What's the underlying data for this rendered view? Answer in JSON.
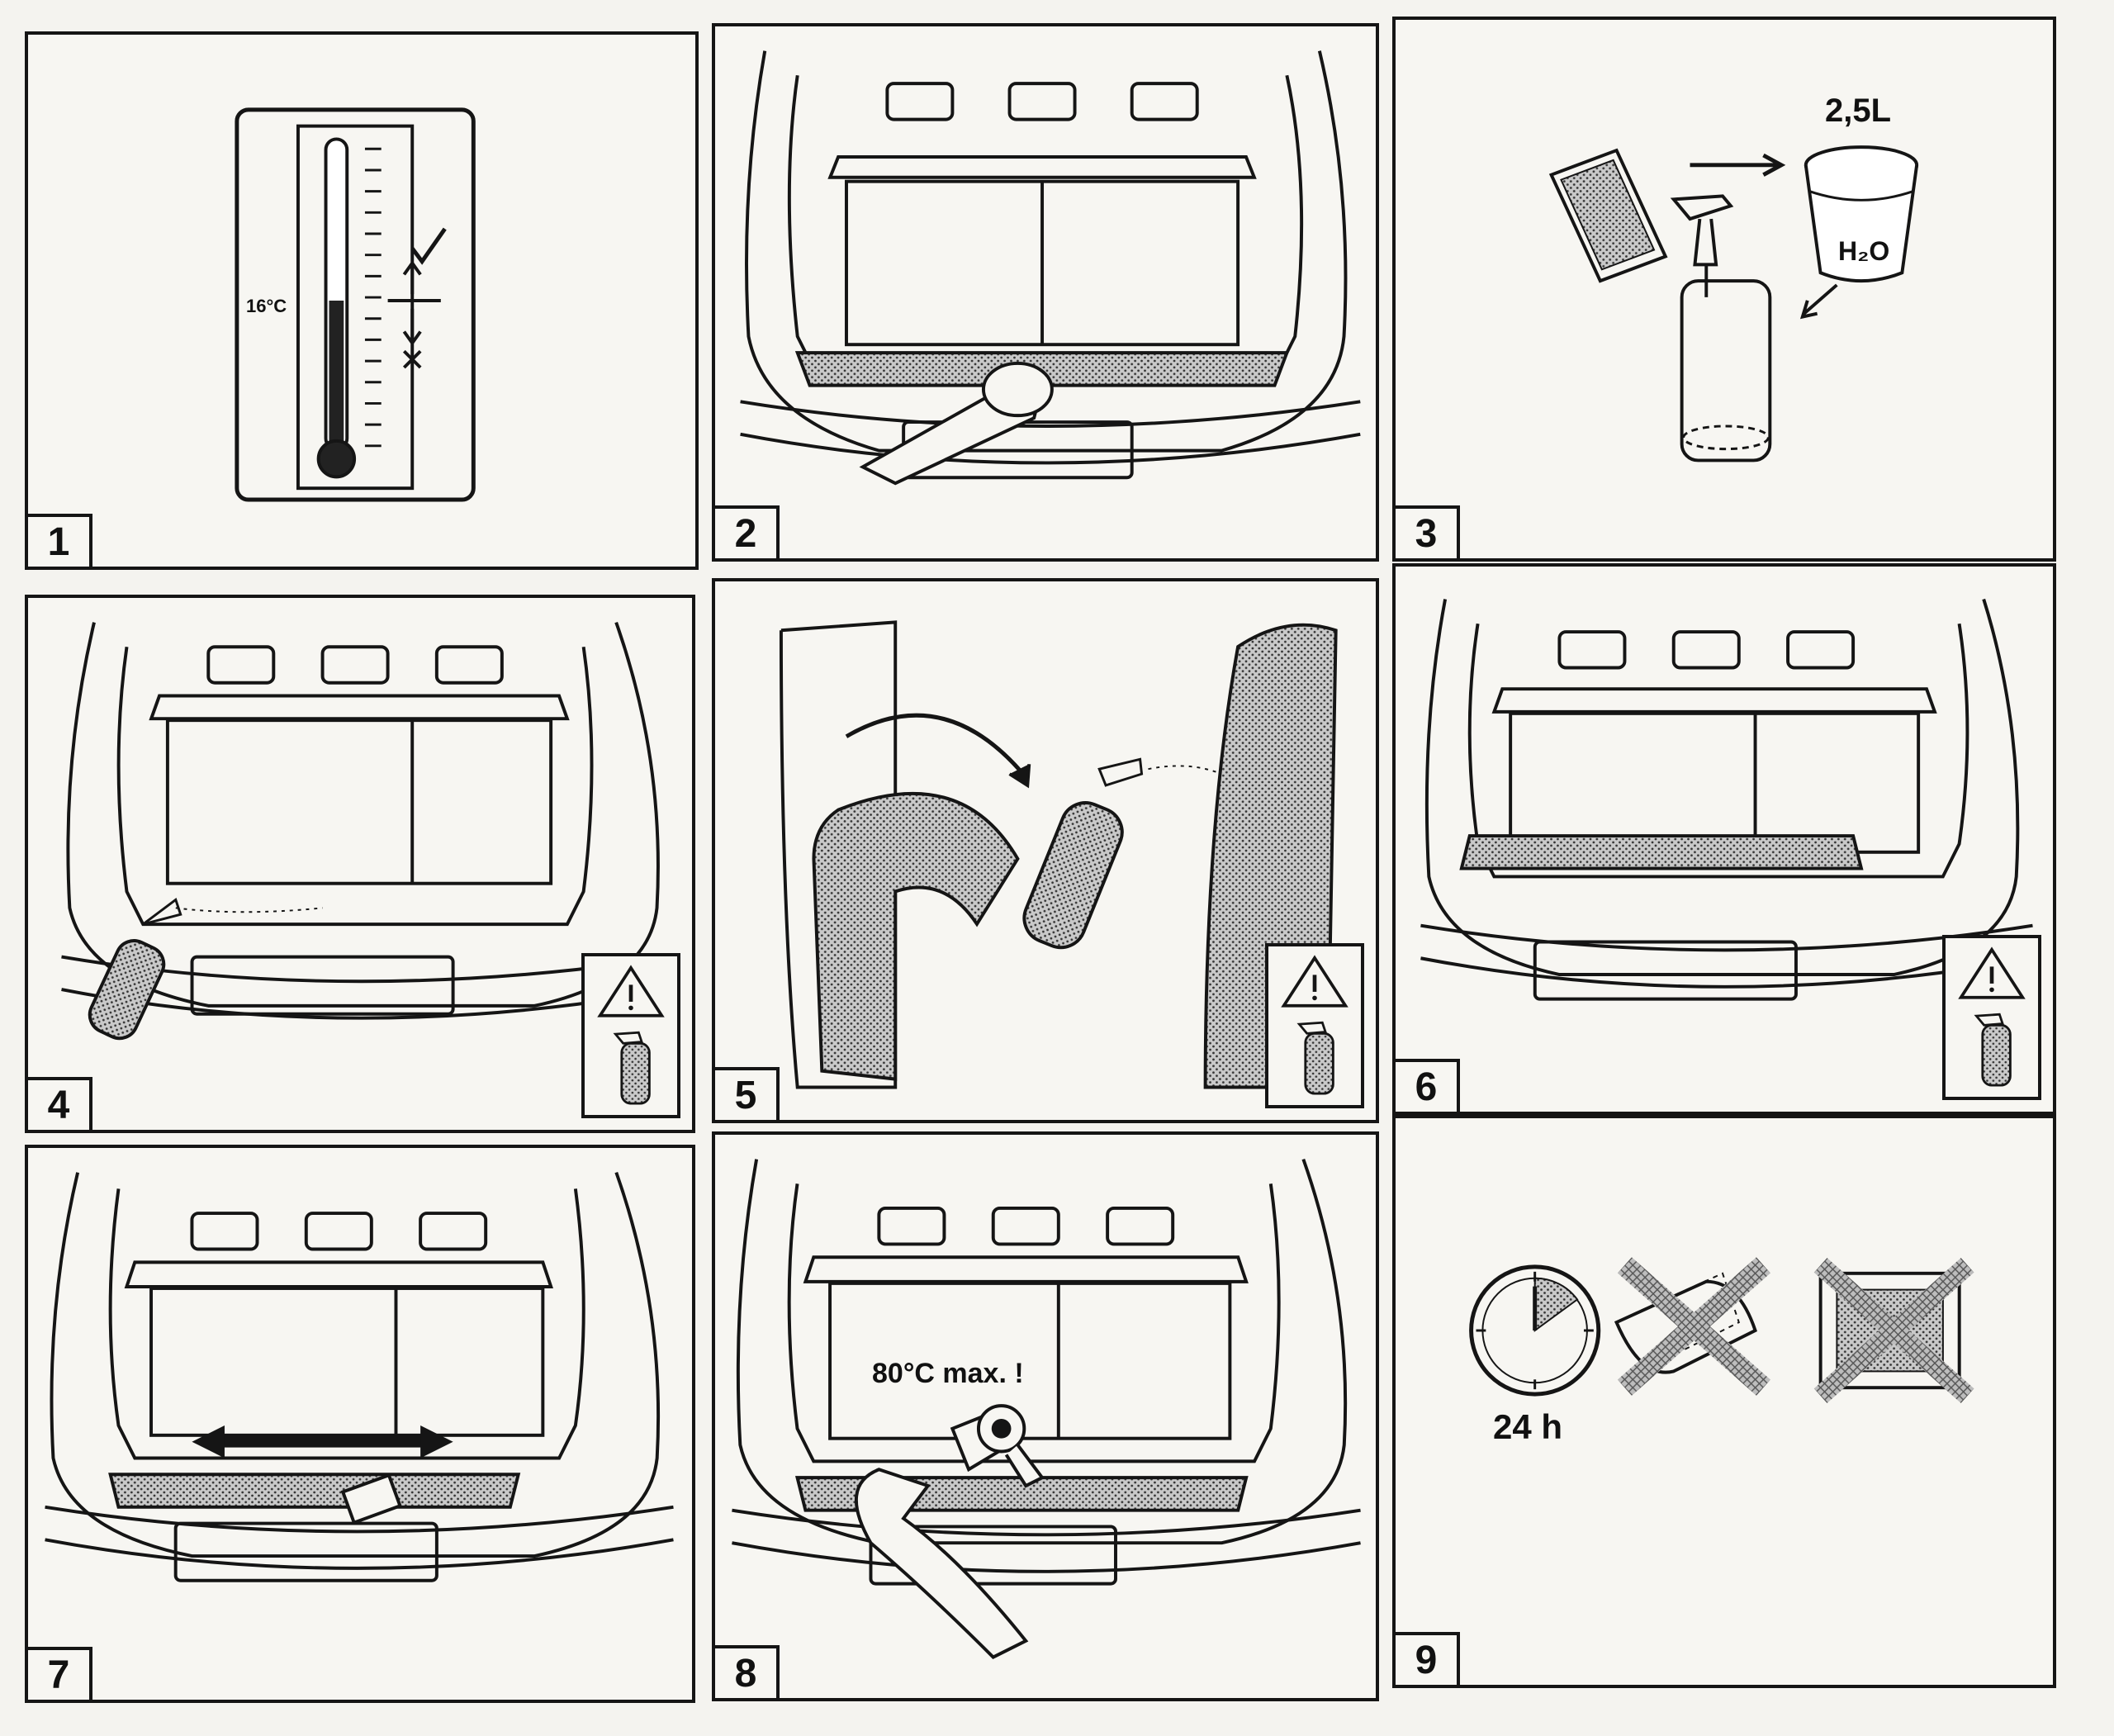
{
  "steps": [
    {
      "number": "1",
      "label": "16°C"
    },
    {
      "number": "2"
    },
    {
      "number": "3",
      "label": "2,5L",
      "sub_label": "H₂O"
    },
    {
      "number": "4"
    },
    {
      "number": "5"
    },
    {
      "number": "6"
    },
    {
      "number": "7"
    },
    {
      "number": "8",
      "label": "80°C max. !"
    },
    {
      "number": "9",
      "label": "24 h"
    }
  ],
  "colors": {
    "ink": "#151515",
    "paper": "#f7f6f2",
    "shade": "#8a8a8a"
  },
  "icons": [
    "thermometer-icon",
    "check-icon",
    "cross-icon",
    "spray-bottle-icon",
    "bucket-icon",
    "warning-triangle-icon",
    "hair-dryer-icon",
    "clock-icon",
    "car-wash-icon"
  ]
}
